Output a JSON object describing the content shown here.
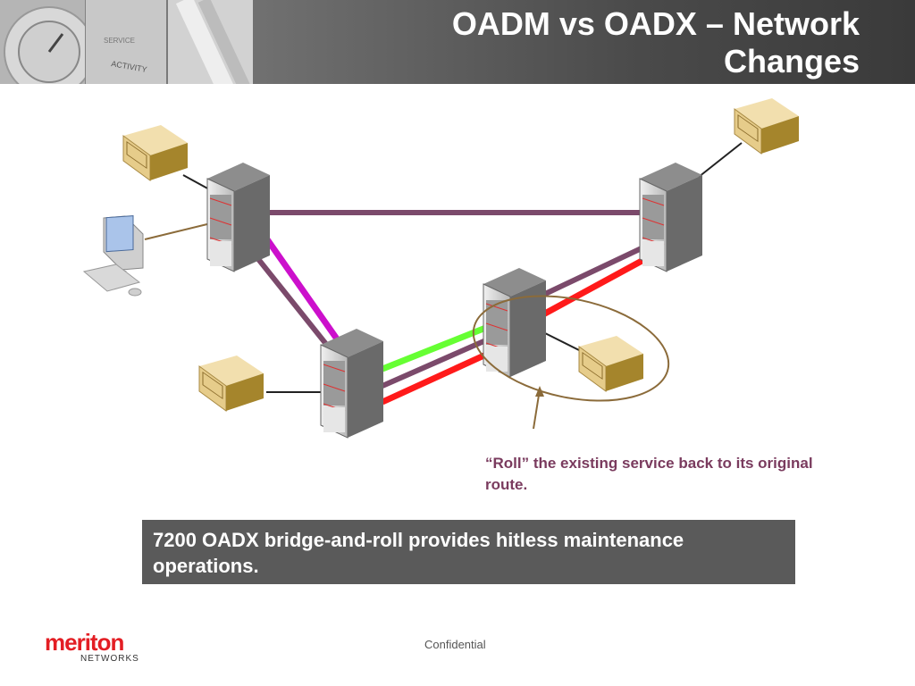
{
  "slide": {
    "title": "OADM vs OADX – Network Changes",
    "annotation": "“Roll” the existing service back to its original route.",
    "callout": "7200 OADX bridge-and-roll provides hitless maintenance operations.",
    "footer": "Confidential",
    "logo": {
      "main": "meriton",
      "sub": "NETWORKS"
    },
    "header_photo_labels": [
      "SERVICE",
      "ACTIVITY"
    ]
  },
  "diagram": {
    "nodes": [
      "oadx-switch-top-left",
      "oadx-switch-top-right",
      "oadx-switch-center",
      "oadx-switch-bottom-left"
    ],
    "clients": [
      "client-box-top-left",
      "client-box-top-right",
      "client-box-center",
      "client-box-bottom-left",
      "workstation-computer"
    ],
    "link_colors": {
      "primary": "#7b4a6b",
      "bridged": "#cc10cc",
      "rolled": "#66ff33",
      "protect": "#ff1a1a",
      "highlight_ellipse": "#8b6b3a"
    }
  },
  "colors": {
    "accent": "#e31e24",
    "annotation": "#7a3b5e",
    "callout_bg": "#5a5a5a"
  }
}
